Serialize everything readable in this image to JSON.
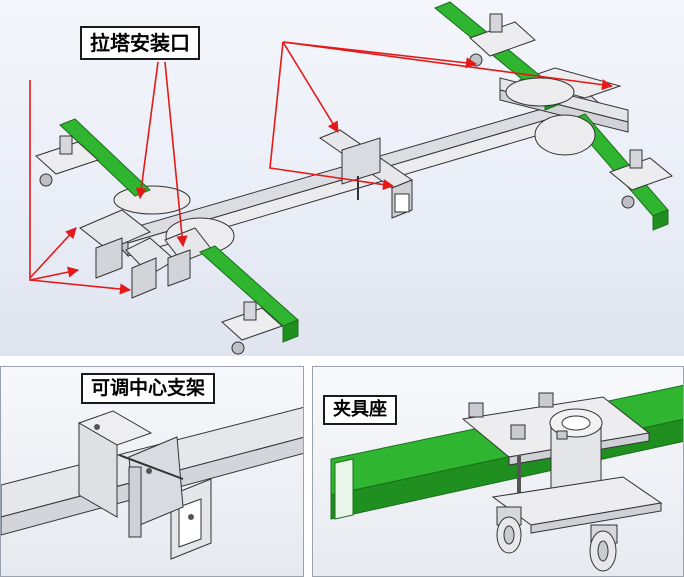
{
  "figure": {
    "overview_label": "拉塔安装口",
    "detail_left_label": "可调中心支架",
    "detail_right_label": "夹具座"
  },
  "colors": {
    "green_tube": "#2fb52f",
    "steel": "#e8e8ea",
    "arrow": "#e31a1a",
    "outline": "#333333"
  }
}
